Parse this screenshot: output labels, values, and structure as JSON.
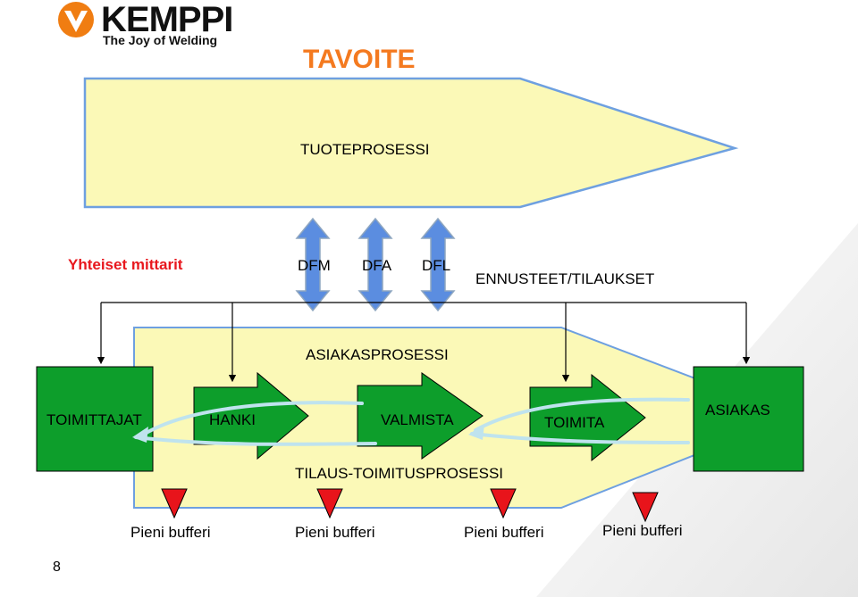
{
  "logo": {
    "brand": "KEMPPI",
    "tagline": "The Joy of Welding"
  },
  "title": "TAVOITE",
  "product_process": {
    "label": "TUOTEPROSESSI"
  },
  "shared_metrics": {
    "label": "Yhteiset mittarit"
  },
  "design_arrows": [
    {
      "label": "DFM"
    },
    {
      "label": "DFA"
    },
    {
      "label": "DFL"
    }
  ],
  "forecasts": {
    "label": "ENNUSTEET/TILAUKSET"
  },
  "customer_process": {
    "label": "ASIAKASPROSESSI"
  },
  "suppliers": {
    "label": "TOIMITTAJAT"
  },
  "customer": {
    "label": "ASIAKAS"
  },
  "process_steps": [
    {
      "label": "HANKI"
    },
    {
      "label": "VALMISTA"
    },
    {
      "label": "TOIMITA"
    }
  ],
  "order_delivery_process": {
    "label": "TILAUS-TOIMITUSPROSESSI"
  },
  "buffers": [
    {
      "label": "Pieni bufferi"
    },
    {
      "label": "Pieni bufferi"
    },
    {
      "label": "Pieni bufferi"
    },
    {
      "label": "Pieni bufferi"
    }
  ],
  "page_number": "8",
  "colors": {
    "logo_orange": "#f07d12",
    "title_orange": "#f47a20",
    "metrics_red": "#e8181e",
    "pale_yellow": "#fbf9b7",
    "border_blue": "#6ea0e0",
    "green": "#0d9e2b",
    "arrow_blue": "#5b8de0",
    "buffer_red": "#e8141b",
    "flow_cyan": "#bfe3ee"
  }
}
